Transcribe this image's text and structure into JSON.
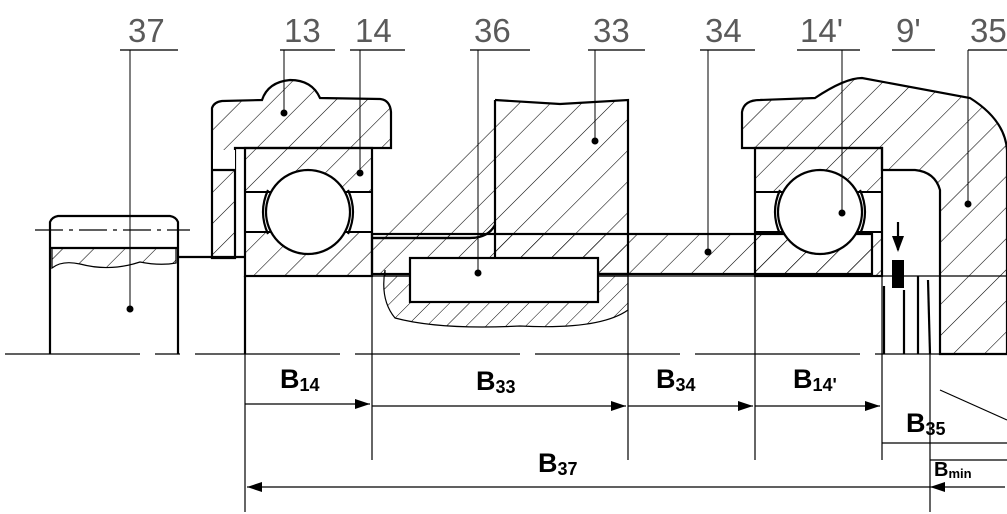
{
  "callouts": [
    {
      "id": "37",
      "label": "37"
    },
    {
      "id": "13",
      "label": "13"
    },
    {
      "id": "14",
      "label": "14"
    },
    {
      "id": "36",
      "label": "36"
    },
    {
      "id": "33",
      "label": "33"
    },
    {
      "id": "34",
      "label": "34"
    },
    {
      "id": "14p",
      "label": "14'"
    },
    {
      "id": "9p",
      "label": "9'"
    },
    {
      "id": "35",
      "label": "35"
    }
  ],
  "dimensions": {
    "b14": {
      "main": "B",
      "sub": "14"
    },
    "b33": {
      "main": "B",
      "sub": "33"
    },
    "b34": {
      "main": "B",
      "sub": "34"
    },
    "b14p": {
      "main": "B",
      "sub": "14'"
    },
    "b35": {
      "main": "B",
      "sub": "35"
    },
    "b37": {
      "main": "B",
      "sub": "37"
    },
    "bmin": {
      "main": "B",
      "sub": "min"
    }
  },
  "colors": {
    "line": "#000000",
    "callout_text": "#5a5a5a",
    "background": "#ffffff"
  }
}
